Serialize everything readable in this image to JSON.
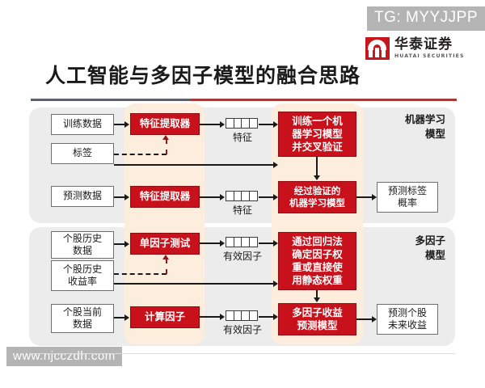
{
  "watermarks": {
    "top": "TG: MYYJJPP",
    "bottom": "www.njcczdh.com"
  },
  "brand": {
    "name_cn": "华泰证券",
    "name_en": "HUATAI SECURITIES",
    "logo_icon": "huatai-logo-icon",
    "color": "#c8161d"
  },
  "title": "人工智能与多因子模型的融合思路",
  "rule": {
    "dark_color": "#5b6168",
    "red_color": "#a83a3a"
  },
  "panels": [
    {
      "id": "machine-learning",
      "label": "机器学习\n模型",
      "label_line1": "机器学习",
      "label_line2": "模型"
    },
    {
      "id": "multi-factor",
      "label": "多因子\n模型",
      "label_line1": "多因子",
      "label_line2": "模型"
    }
  ],
  "diagram": {
    "inputs": [
      {
        "id": "training-data",
        "line1": "训练数据",
        "line2": ""
      },
      {
        "id": "labels",
        "line1": "标签",
        "line2": ""
      },
      {
        "id": "prediction-data",
        "line1": "预测数据",
        "line2": ""
      },
      {
        "id": "stock-history-data",
        "line1": "个股历史",
        "line2": "数据"
      },
      {
        "id": "stock-history-return",
        "line1": "个股历史",
        "line2": "收益率"
      },
      {
        "id": "stock-current-data",
        "line1": "个股当前",
        "line2": "数据"
      }
    ],
    "processors": [
      {
        "id": "feature-extractor-train",
        "text": "特征提取器"
      },
      {
        "id": "feature-extractor-predict",
        "text": "特征提取器"
      },
      {
        "id": "single-factor-test",
        "text": "单因子测试"
      },
      {
        "id": "compute-factor",
        "text": "计算因子"
      }
    ],
    "models": [
      {
        "id": "train-ml-model",
        "lines": [
          "训练一个机",
          "器学习模型",
          "并交叉验证"
        ]
      },
      {
        "id": "validated-model",
        "lines": [
          "经过验证的",
          "机器学习模型"
        ]
      },
      {
        "id": "regression-weights",
        "lines": [
          "通过回归法",
          "确定因子权",
          "重或直接使",
          "用静态权重"
        ]
      },
      {
        "id": "multifactor-return-model",
        "lines": [
          "多因子收益",
          "预测模型"
        ]
      }
    ],
    "vectors": [
      {
        "id": "feature-vector-train",
        "label": "特征",
        "cells": 4
      },
      {
        "id": "feature-vector-predict",
        "label": "特征",
        "cells": 4
      },
      {
        "id": "valid-factor-vector-1",
        "label": "有效因子",
        "cells": 4
      },
      {
        "id": "valid-factor-vector-2",
        "label": "有效因子",
        "cells": 4
      }
    ],
    "outputs": [
      {
        "id": "predicted-label-prob",
        "line1": "预测标签",
        "line2": "概率"
      },
      {
        "id": "predicted-future-return",
        "line1": "预测个股",
        "line2": "未来收益"
      }
    ]
  },
  "colors": {
    "red_box": "#c8111b",
    "orange_column": "#fceddc",
    "panel_gray": "#ececec"
  }
}
